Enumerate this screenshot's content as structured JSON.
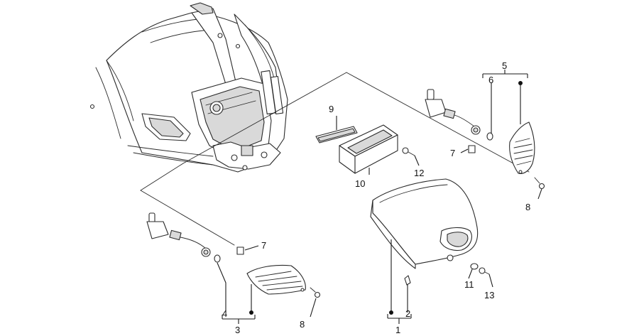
{
  "callouts": {
    "c1": "1",
    "c2": "2",
    "c3": "3",
    "c4": "4",
    "c5": "5",
    "c6": "6",
    "c7a": "7",
    "c7b": "7",
    "c8a": "8",
    "c8b": "8",
    "c9": "9",
    "c10": "10",
    "c11": "11",
    "c12": "12",
    "c13": "13"
  },
  "colors": {
    "line": "#2a2a2a",
    "fill_light": "#d9d9d9",
    "background": "#ffffff"
  }
}
